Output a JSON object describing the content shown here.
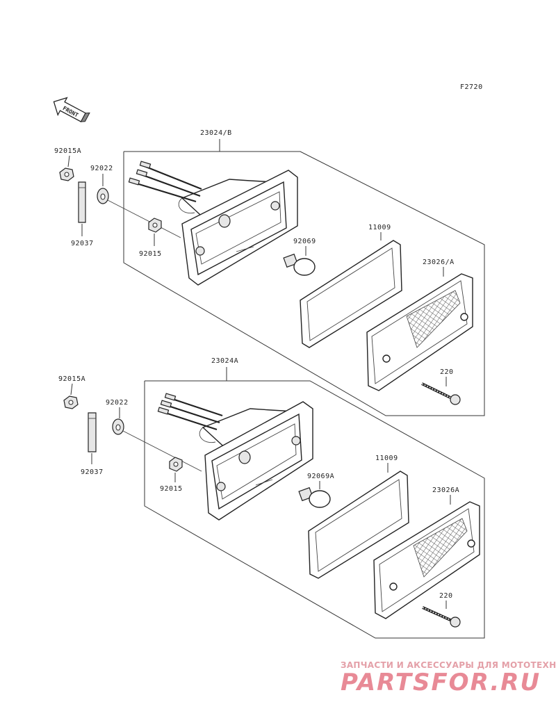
{
  "figure_code": "F2720",
  "front_label": "FRONT",
  "upper_assembly": {
    "housing": "23024/B",
    "nut_a": "92015A",
    "washer": "92022",
    "bracket": "92037",
    "nut": "92015",
    "bulb": "92069",
    "gasket": "11009",
    "lens": "23026/A",
    "screw": "220"
  },
  "lower_assembly": {
    "housing": "23024A",
    "nut_a": "92015A",
    "washer": "92022",
    "bracket": "92037",
    "nut": "92015",
    "bulb": "92069A",
    "gasket": "11009",
    "lens": "23026A",
    "screw": "220"
  },
  "watermark": {
    "tagline": "ЗАПЧАСТИ И АКСЕССУАРЫ ДЛЯ МОТОТЕХНИКИ",
    "brand": "PARTSFOR.RU"
  }
}
